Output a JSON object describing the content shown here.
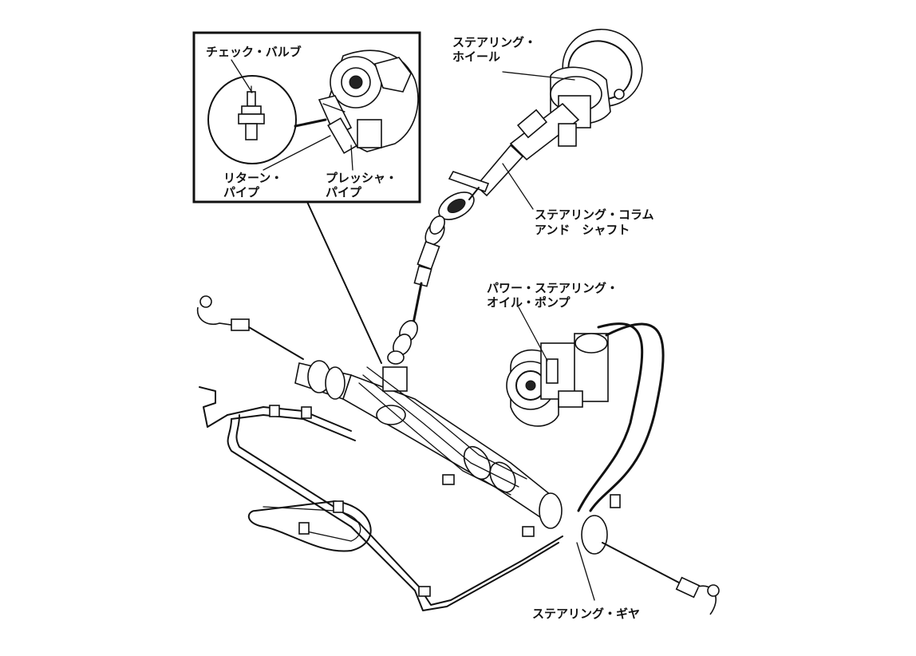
{
  "labels": {
    "check_valve": "チェック・バルブ",
    "return_pipe_1": "リターン・",
    "return_pipe_2": "パイプ",
    "pressure_pipe_1": "プレッシャ・",
    "pressure_pipe_2": "パイプ",
    "steering_wheel_1": "ステアリング・",
    "steering_wheel_2": "ホイール",
    "column_shaft_1": "ステアリング・コラム",
    "column_shaft_2": "アンド　シャフト",
    "oil_pump_1": "パワー・ステアリング・",
    "oil_pump_2": "オイル・ポンプ",
    "steering_gear": "ステアリング・ギヤ"
  },
  "icons": [
    "magnified-detail-inset",
    "steering-wheel-drawing",
    "steering-column-drawing",
    "oil-pump-drawing",
    "steering-rack-drawing",
    "pipe-routing-drawing"
  ]
}
